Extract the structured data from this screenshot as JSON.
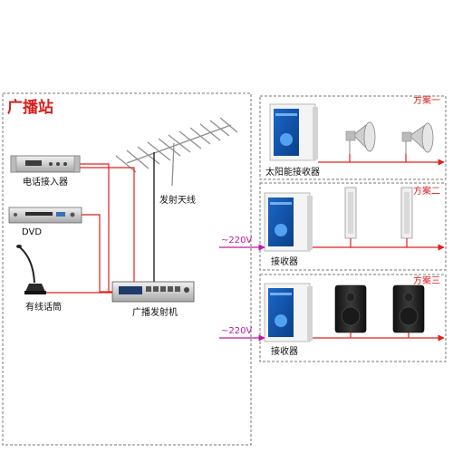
{
  "station": {
    "title": "广播站",
    "phone_unit": "电话接入器",
    "dvd": "DVD",
    "wired_mic": "有线话筒",
    "antenna": "发射天线",
    "transmitter": "广播发射机"
  },
  "schemes": [
    {
      "label": "方案一",
      "receiver": "太阳能接收器"
    },
    {
      "label": "方案二",
      "receiver": "接收器",
      "power": "~220V"
    },
    {
      "label": "方案三",
      "receiver": "接收器",
      "power": "~220V"
    }
  ],
  "colors": {
    "wire": "#e0201c",
    "power_wire": "#c0199a",
    "title": "#d8201c",
    "dash_border": "#777777"
  }
}
